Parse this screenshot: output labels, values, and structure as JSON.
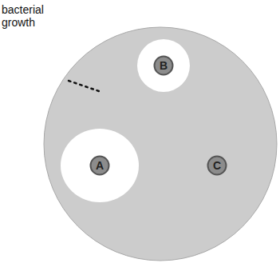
{
  "diagram": {
    "nodes": [
      {
        "text": [
          "B"
        ]
      },
      {
        "text": [
          "A"
        ]
      },
      {
        "text": [
          "C"
        ]
      }
    ],
    "labels": [
      "bacterial growth"
    ]
  }
}
